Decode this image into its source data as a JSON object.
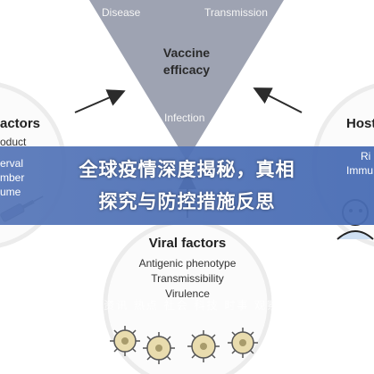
{
  "top_triangle": {
    "title_line1": "Vaccine",
    "title_line2": "efficacy",
    "corner_left": "Disease",
    "corner_right": "Transmission",
    "bottom": "Infection"
  },
  "left_circle": {
    "title": "actors",
    "items": [
      "oduct",
      "erval",
      "mber",
      "ume"
    ]
  },
  "right_circle": {
    "title": "Host",
    "items": [
      "Ri",
      "Immu"
    ]
  },
  "bottom_circle": {
    "title": "Viral factors",
    "items": [
      "Antigenic phenotype",
      "Transmissibility",
      "Virulence"
    ]
  },
  "banner": {
    "line1": "全球疫情深度揭秘，真相",
    "line2": "探究与防控措施反思"
  },
  "watermark_text": "ttlet.com 新闻资讯 热点 社会 科技 时事 观察",
  "colors": {
    "triangle": "#9ea3b2",
    "circle_stroke": "#ececec",
    "circle_fill": "#fbfbfb",
    "arrow": "#2b2b2b",
    "banner": "#5a7ab8",
    "virus": "#e9dcae"
  },
  "icons": [
    "syringe-icon",
    "person-icon",
    "virus-icon"
  ]
}
